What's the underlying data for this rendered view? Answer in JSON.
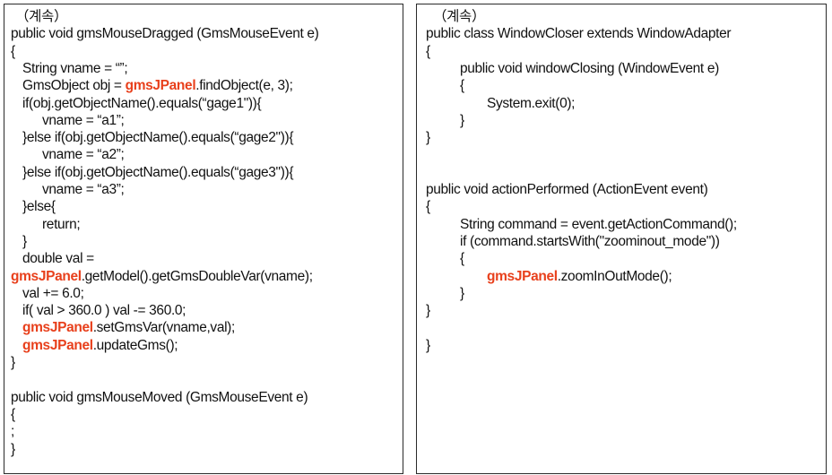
{
  "left_panel": {
    "lines": [
      {
        "indent": 0,
        "parts": [
          {
            "t": "（계속）"
          }
        ]
      },
      {
        "indent": 0,
        "parts": [
          {
            "t": "public void gmsMouseDragged (GmsMouseEvent e)"
          }
        ]
      },
      {
        "indent": 0,
        "parts": [
          {
            "t": "{"
          }
        ]
      },
      {
        "indent": 1,
        "parts": [
          {
            "t": "String vname = “”;"
          }
        ]
      },
      {
        "indent": 1,
        "parts": [
          {
            "t": "GmsObject obj = "
          },
          {
            "t": "gmsJPanel",
            "hl": true
          },
          {
            "t": ".findObject(e, 3);"
          }
        ]
      },
      {
        "indent": 1,
        "parts": [
          {
            "t": "if(obj.getObjectName().equals(“gage1\")){"
          }
        ]
      },
      {
        "indent": 2,
        "parts": [
          {
            "t": "vname = “a1”;"
          }
        ]
      },
      {
        "indent": 1,
        "parts": [
          {
            "t": "}else if(obj.getObjectName().equals(“gage2\")){"
          }
        ]
      },
      {
        "indent": 2,
        "parts": [
          {
            "t": "vname = “a2”;"
          }
        ]
      },
      {
        "indent": 1,
        "parts": [
          {
            "t": "}else if(obj.getObjectName().equals(“gage3\")){"
          }
        ]
      },
      {
        "indent": 2,
        "parts": [
          {
            "t": "vname = “a3”;"
          }
        ]
      },
      {
        "indent": 1,
        "parts": [
          {
            "t": "}else{"
          }
        ]
      },
      {
        "indent": 2,
        "parts": [
          {
            "t": "return;"
          }
        ]
      },
      {
        "indent": 1,
        "parts": [
          {
            "t": "}"
          }
        ]
      },
      {
        "indent": 1,
        "parts": [
          {
            "t": "double val ="
          }
        ]
      },
      {
        "indent": 0,
        "parts": [
          {
            "t": "gmsJPanel",
            "hl": true
          },
          {
            "t": ".getModel().getGmsDoubleVar(vname);"
          }
        ]
      },
      {
        "indent": 1,
        "parts": [
          {
            "t": "val += 6.0;"
          }
        ]
      },
      {
        "indent": 1,
        "parts": [
          {
            "t": "if( val > 360.0 ) val -= 360.0;"
          }
        ]
      },
      {
        "indent": 1,
        "parts": [
          {
            "t": "gmsJPanel",
            "hl": true
          },
          {
            "t": ".setGmsVar(vname,val);"
          }
        ]
      },
      {
        "indent": 1,
        "parts": [
          {
            "t": "gmsJPanel",
            "hl": true
          },
          {
            "t": ".updateGms();"
          }
        ]
      },
      {
        "indent": 0,
        "parts": [
          {
            "t": "}"
          }
        ]
      },
      {
        "indent": 0,
        "parts": [
          {
            "t": ""
          }
        ]
      },
      {
        "indent": 0,
        "parts": [
          {
            "t": "public void gmsMouseMoved (GmsMouseEvent e)"
          }
        ]
      },
      {
        "indent": 0,
        "parts": [
          {
            "t": "{"
          }
        ]
      },
      {
        "indent": 0,
        "parts": [
          {
            "t": ";"
          }
        ]
      },
      {
        "indent": 0,
        "parts": [
          {
            "t": "}"
          }
        ]
      }
    ]
  },
  "right_panel": {
    "lines": [
      {
        "indent": 0,
        "parts": [
          {
            "t": "（계속）"
          }
        ]
      },
      {
        "indent": 0,
        "parts": [
          {
            "t": "public class WindowCloser extends WindowAdapter"
          }
        ]
      },
      {
        "indent": 0,
        "parts": [
          {
            "t": "{"
          }
        ]
      },
      {
        "indent": 1,
        "parts": [
          {
            "t": "public void windowClosing (WindowEvent e)"
          }
        ]
      },
      {
        "indent": 1,
        "parts": [
          {
            "t": "{"
          }
        ]
      },
      {
        "indent": 2,
        "parts": [
          {
            "t": "System.exit(0);"
          }
        ]
      },
      {
        "indent": 1,
        "parts": [
          {
            "t": "}"
          }
        ]
      },
      {
        "indent": 0,
        "parts": [
          {
            "t": "}"
          }
        ]
      },
      {
        "indent": 0,
        "parts": [
          {
            "t": ""
          }
        ]
      },
      {
        "indent": 0,
        "parts": [
          {
            "t": ""
          }
        ]
      },
      {
        "indent": 0,
        "parts": [
          {
            "t": "public void actionPerformed (ActionEvent event)"
          }
        ]
      },
      {
        "indent": 0,
        "parts": [
          {
            "t": "{"
          }
        ]
      },
      {
        "indent": 1,
        "parts": [
          {
            "t": "String command = event.getActionCommand();"
          }
        ]
      },
      {
        "indent": 1,
        "parts": [
          {
            "t": "if (command.startsWith(\"zoominout_mode\"))"
          }
        ]
      },
      {
        "indent": 1,
        "parts": [
          {
            "t": "{"
          }
        ]
      },
      {
        "indent": 2,
        "parts": [
          {
            "t": "gmsJPanel",
            "hl": true
          },
          {
            "t": ".zoomInOutMode();"
          }
        ]
      },
      {
        "indent": 1,
        "parts": [
          {
            "t": "}"
          }
        ]
      },
      {
        "indent": 0,
        "parts": [
          {
            "t": "}"
          }
        ]
      },
      {
        "indent": 0,
        "parts": [
          {
            "t": ""
          }
        ]
      },
      {
        "indent": 0,
        "parts": [
          {
            "t": "}"
          }
        ]
      }
    ]
  },
  "colors": {
    "highlight": "#e8401c",
    "text": "#111111",
    "border": "#2a2a2a"
  }
}
